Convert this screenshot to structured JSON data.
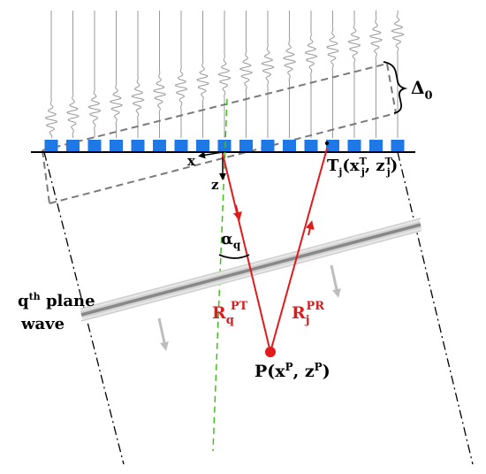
{
  "labels": {
    "delta": "Δ",
    "delta_sub": "0",
    "x_axis": "x",
    "z_axis": "z",
    "alpha": "α",
    "alpha_sub": "q",
    "plane_wave_line1_q": "q",
    "plane_wave_line1_sup": "th",
    "plane_wave_line1_rest": " plane",
    "plane_wave_line2": "wave",
    "rpt_main": "R",
    "rpt_sub": "q",
    "rpt_sup": "PT",
    "rpr_main": "R",
    "rpr_sub": "j",
    "rpr_sup": "PR",
    "point_p": "P(x",
    "point_p_sup1": "P",
    "point_p_mid": ", z",
    "point_p_sup2": "P",
    "point_p_close": ")",
    "tj_main": "T",
    "tj_sub": "j",
    "tj_open": "(x",
    "tj_x_sup": "T",
    "tj_x_sub": "j",
    "tj_mid": ", z",
    "tj_z_sup": "T",
    "tj_z_sub": "j",
    "tj_close": ")"
  },
  "colors": {
    "element": "#1e78e6",
    "ray": "#e31a1c",
    "axis_green": "#44bb22",
    "wave": "#9a9a9a",
    "frame_dash": "#808080",
    "plane_wave": "#888888"
  },
  "transducer": {
    "element_count": 17
  }
}
